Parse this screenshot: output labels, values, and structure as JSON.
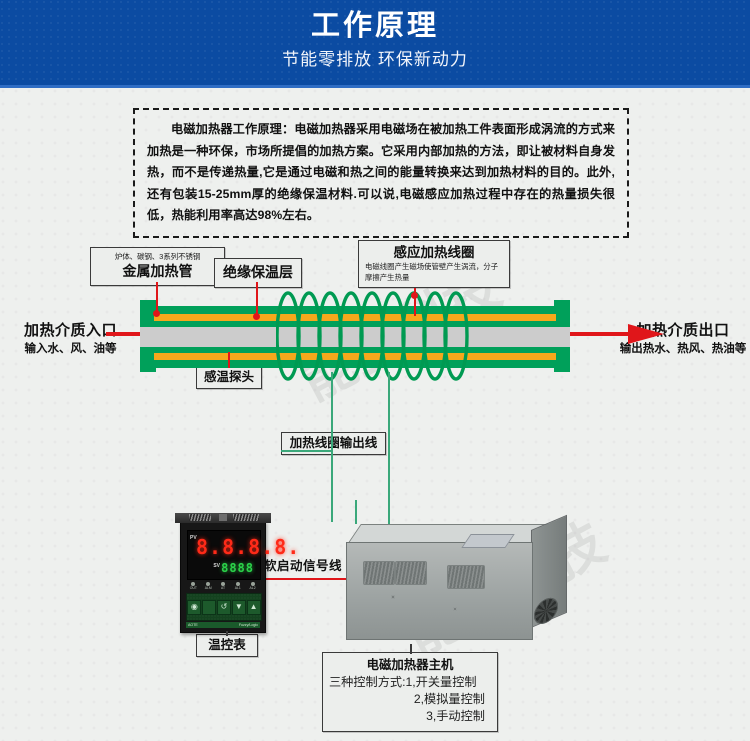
{
  "header": {
    "title": "工作原理",
    "subtitle": "节能零排放 环保新动力"
  },
  "intro": {
    "text": "电磁加热器工作原理：电磁加热器采用电磁场在被加热工件表面形成涡流的方式来加热是一种环保，市场所提倡的加热方案。它采用内部加热的方法，即让被材料自身发热，而不是传递热量,它是通过电磁和热之间的能量转换来达到加热材料的目的。此外,还有包装15-25mm厚的绝缘保温材料.可以说,电磁感应加热过程中存在的热量损失很低，热能利用率高达98%左右。"
  },
  "diagram": {
    "metal_pipe": {
      "sub": "炉体、碳钢、3系列不锈钢",
      "main": "金属加热管"
    },
    "insulation": {
      "main": "绝缘保温层"
    },
    "induction_coil": {
      "main": "感应加热线圈",
      "sub": "电磁线圈产生磁场使管壁产生涡流，分子摩擦产生热量"
    },
    "temp_probe": {
      "main": "感温探头"
    },
    "coil_output_wire": {
      "main": "加热线圈输出线"
    },
    "inlet": {
      "main": "加热介质入口",
      "sub": "输入水、风、油等"
    },
    "outlet": {
      "main": "加热介质出口",
      "sub": "输出热水、热风、热油等"
    },
    "soft_start_line": {
      "main": "软启动信号线"
    },
    "temp_controller": {
      "main": "温控表"
    },
    "host_unit": {
      "main": "电磁加热器主机",
      "line1": "三种控制方式:1,开关量控制",
      "line2": "2,模拟量控制",
      "line3": "3,手动控制"
    }
  },
  "controller_device": {
    "pv_label": "PV",
    "pv_value": "8.8.8.8.",
    "sv_label": "SV",
    "sv_value": "8888",
    "leds": [
      {
        "name": "OUT"
      },
      {
        "name": "ALM"
      },
      {
        "name": "AT"
      },
      {
        "name": "AL1"
      },
      {
        "name": "AL2"
      }
    ],
    "buttons": [
      "◉",
      "",
      "↺",
      "▼",
      "▲"
    ],
    "brand_left": "AOTE",
    "brand_right": "Fuzzy/Logic"
  },
  "watermark": {
    "text": "能生科技"
  },
  "colors": {
    "header_blue": "#0b4ba2",
    "pipe_green": "#00a05a",
    "insulation_orange": "#f5a81c",
    "bore_gray": "#cccccc",
    "arrow_red": "#e0161a",
    "wire_green": "#3aa87a"
  }
}
